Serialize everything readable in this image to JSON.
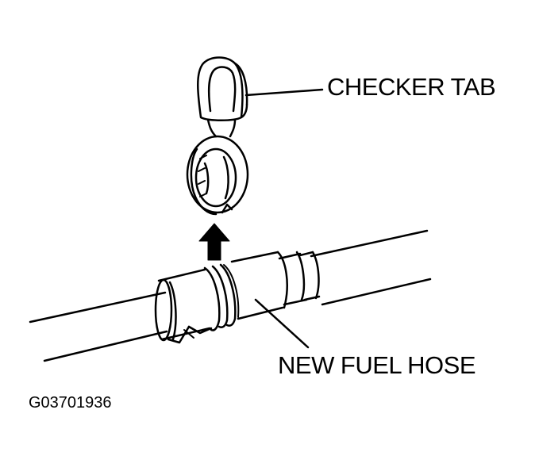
{
  "labels": {
    "checker_tab": "CHECKER TAB",
    "new_fuel_hose": "NEW FUEL HOSE"
  },
  "figure_id": "G03701936",
  "colors": {
    "ink": "#000000",
    "paper": "#ffffff"
  },
  "icons": {
    "direction": "arrow-up-icon"
  }
}
